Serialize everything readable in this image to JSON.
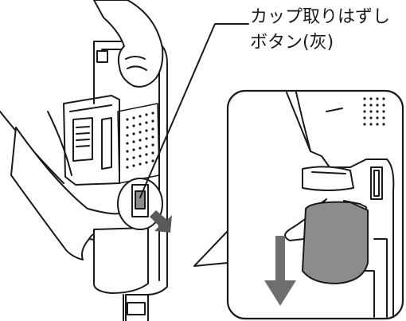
{
  "callout": {
    "line1": "カップ取りはずし",
    "line2": "ボタン(灰)"
  },
  "colors": {
    "outline": "#1a1a1a",
    "dust_cup": "#8c8c8c",
    "down_arrow": "#6e6e6e",
    "hint_arrow": "#5a5a5a",
    "panel_border": "#1a1a1a",
    "background": "#ffffff"
  },
  "icons": {
    "press_arrow": "arrow-pointing-left-up",
    "release_arrow": "arrow-pointing-down"
  }
}
